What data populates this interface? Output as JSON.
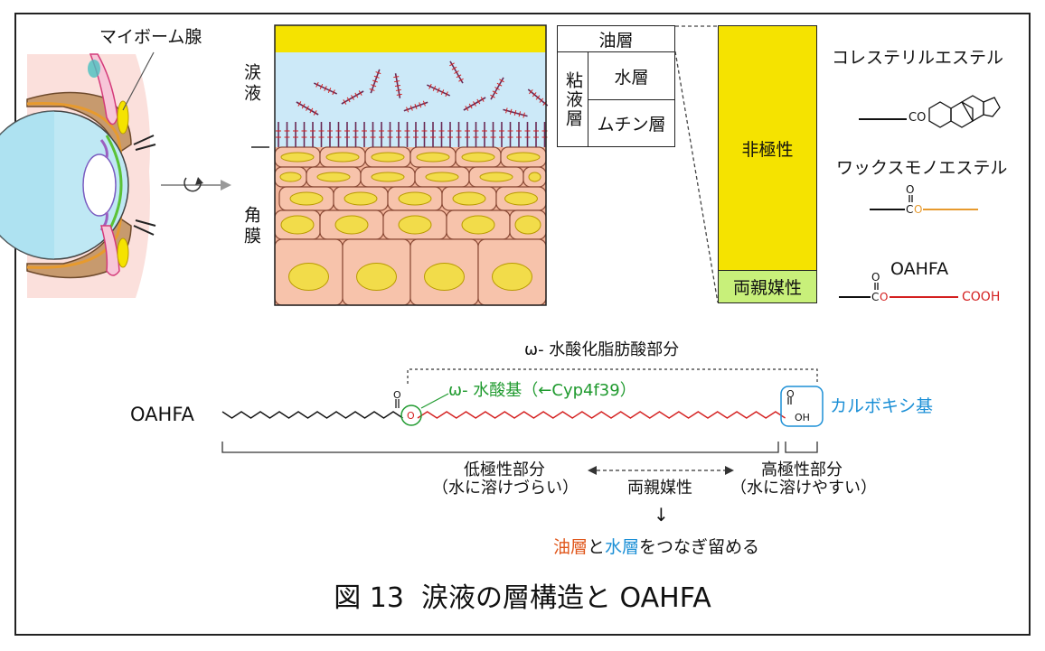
{
  "eye": {
    "gland_label": "マイボーム腺"
  },
  "tissue": {
    "tear_label": "涙液",
    "cornea_label": "角膜"
  },
  "layers": {
    "oil": "油層",
    "mucus_group": "粘液層",
    "water": "水層",
    "mucin": "ムチン層"
  },
  "polarity": {
    "nonpolar": "非極性",
    "amphiphilic": "両親媒性"
  },
  "molecules": {
    "cholesteryl_ester": {
      "name": "コレステリルエステル",
      "co": "CO"
    },
    "wax_ester": {
      "name": "ワックスモノエステル",
      "c": "C",
      "o_top": "O",
      "o": "O"
    },
    "oahfa": {
      "name": "OAHFA",
      "c": "C",
      "o_top": "O",
      "o": "O",
      "cooh": "COOH"
    }
  },
  "structure": {
    "bracket_top": "ω- 水酸化脂肪酸部分",
    "molecule_label": "OAHFA",
    "carbonyl_o": "O",
    "ester_o": "O",
    "hydroxy_label": "ω- 水酸基（←Cyp4f39）",
    "acid_o": "O",
    "acid_oh": "OH",
    "carboxyl_label": "カルボキシ基",
    "low_polar_1": "低極性部分",
    "low_polar_2": "（水に溶けづらい）",
    "high_polar_1": "高極性部分",
    "high_polar_2": "（水に溶けやすい）",
    "amphiphilic": "両親媒性",
    "arrow": "↓",
    "conclusion_oil": "油層",
    "conclusion_and": "と",
    "conclusion_water": "水層",
    "conclusion_rest": "をつなぎ留める"
  },
  "caption": "図 13  涙液の層構造と OAHFA",
  "colors": {
    "yellow": "#f5e300",
    "tear_blue": "#cce9f8",
    "cell": "#f6c2aa",
    "nucleus": "#f2dc4a",
    "green": "#1f9a2e",
    "red": "#d42020",
    "blue": "#1b8fd6",
    "orange": "#e79a2e",
    "amph": "#c8f07a"
  }
}
